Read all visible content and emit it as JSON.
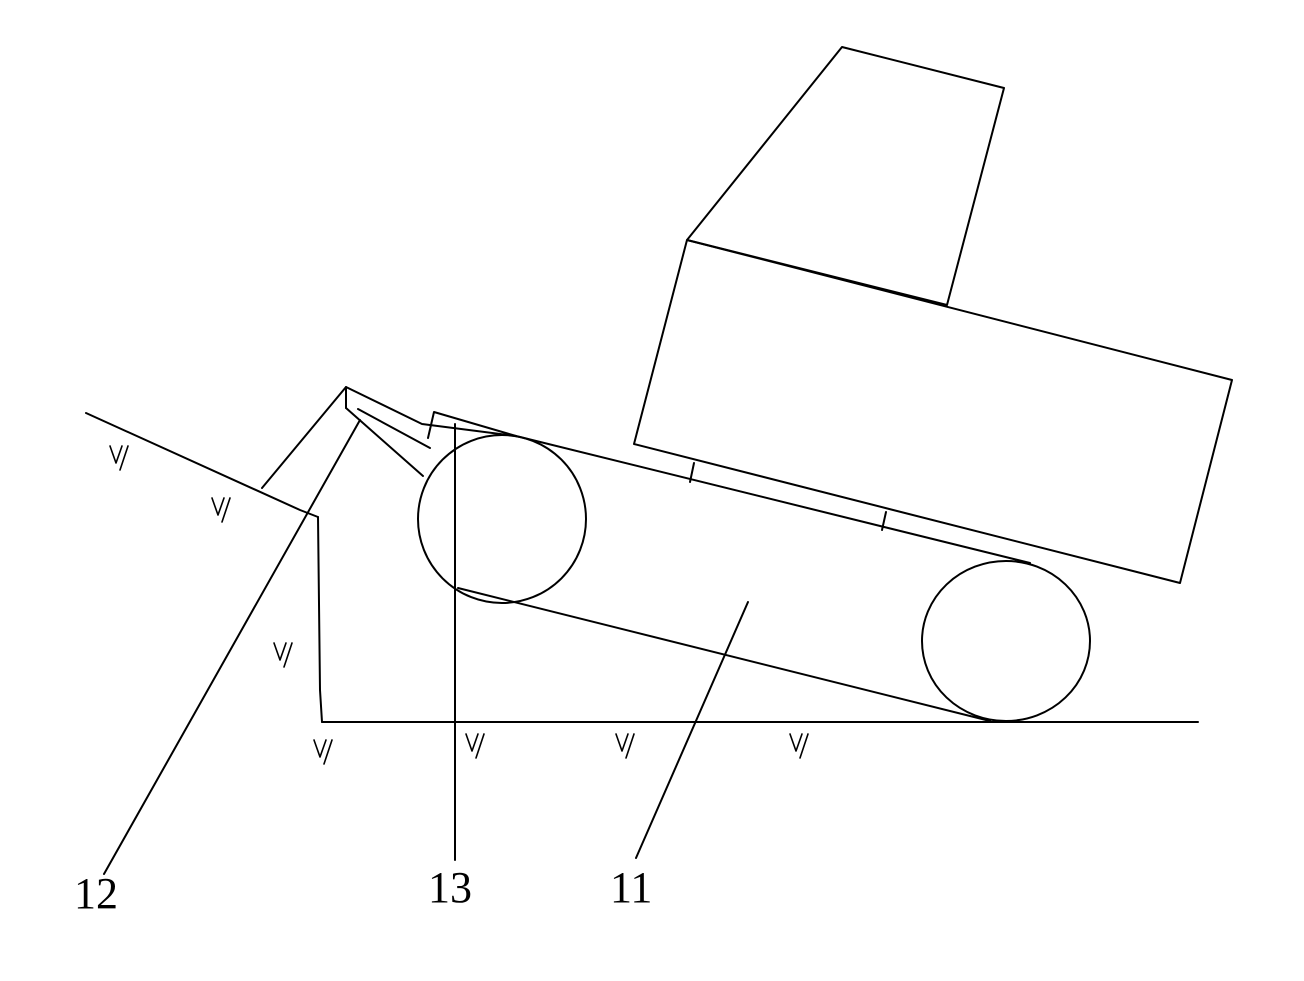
{
  "labels": {
    "ref_12": "12",
    "ref_13": "13",
    "ref_11": "11"
  },
  "colors": {
    "stroke": "#000000",
    "background": "#ffffff"
  }
}
